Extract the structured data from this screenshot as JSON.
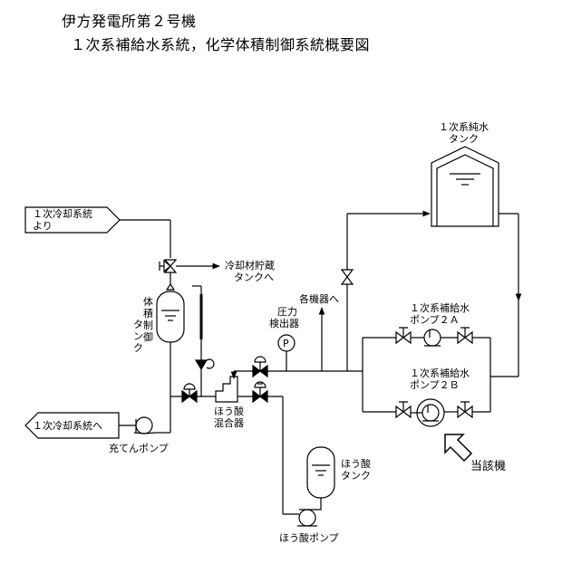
{
  "title": {
    "line1": "伊方発電所第２号機",
    "line2": "１次系補給水系統，化学体積制御系統概要図"
  },
  "labels": {
    "primary_cooling_from": [
      "１次冷却系統",
      "より"
    ],
    "primary_cooling_to": "１次冷却系統へ",
    "coolant_storage_tank": [
      "冷却材貯蔵",
      "タンクへ"
    ],
    "volume_control_tank": [
      "体",
      "積",
      "制",
      "御",
      "タ",
      "ン",
      "ク"
    ],
    "charging_pump": "充てんポンプ",
    "boric_acid_mixer": [
      "ほう酸",
      "混合器"
    ],
    "each_equipment": "各機器へ",
    "pressure_detector": [
      "圧力",
      "検出器"
    ],
    "pressure_symbol": "P",
    "primary_water_tank": [
      "１次系純水",
      "タンク"
    ],
    "makeup_pump_2a": [
      "１次系補給水",
      "ポンプ２Ａ"
    ],
    "makeup_pump_2b": [
      "１次系補給水",
      "ポンプ２Ｂ"
    ],
    "boric_acid_tank": [
      "ほう酸",
      "タンク"
    ],
    "boric_acid_pump": "ほう酸ポンプ",
    "subject_unit": "当該機"
  }
}
